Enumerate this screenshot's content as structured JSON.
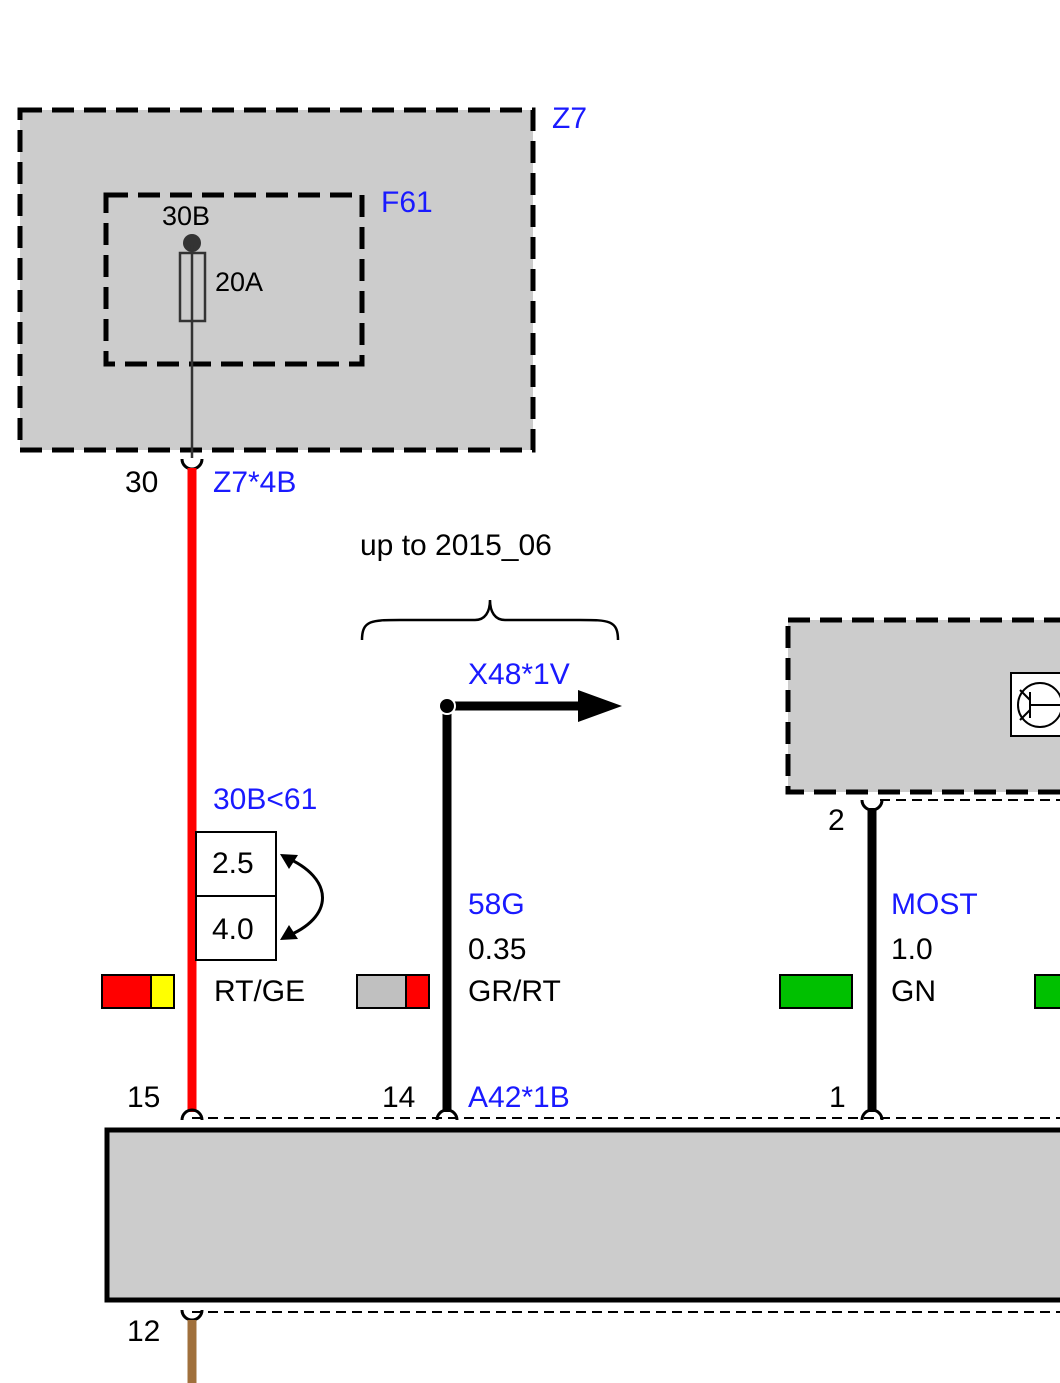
{
  "modules": {
    "z7": {
      "label": "Z7"
    },
    "f61": {
      "label": "F61",
      "terminal": "30B",
      "rating": "20A"
    },
    "unit_right": {
      "pin": "2"
    },
    "control_unit": {}
  },
  "connectors": {
    "z7_4b": {
      "label": "Z7*4B",
      "pin": "30"
    },
    "a42_1b": {
      "label": "A42*1B"
    },
    "x48_1v": {
      "label": "X48*1V"
    }
  },
  "annotation": {
    "variant_note": "up to 2015_06"
  },
  "wires": [
    {
      "id": "30B<61",
      "size_a": "2.5",
      "size_b": "4.0",
      "color_code": "RT/GE",
      "color_primary": "#ff0000",
      "color_stripe": "#ffff00",
      "pin_bottom": "15"
    },
    {
      "id": "58G",
      "size": "0.35",
      "color_code": "GR/RT",
      "color_primary": "#c0c0c0",
      "color_stripe": "#ff0000",
      "pin_bottom": "14"
    },
    {
      "id": "MOST",
      "size": "1.0",
      "color_code": "GN",
      "color_primary": "#00c000",
      "color_stripe": "#00c000",
      "pin_bottom": "1"
    },
    {
      "pin_bottom": "12",
      "color_primary": "#a0703c"
    }
  ],
  "colors": {
    "module_fill": "#cccccc",
    "label_blue": "#1a1aff",
    "wire_red": "#ff0000",
    "wire_black": "#000000",
    "wire_brown": "#a0703c"
  }
}
